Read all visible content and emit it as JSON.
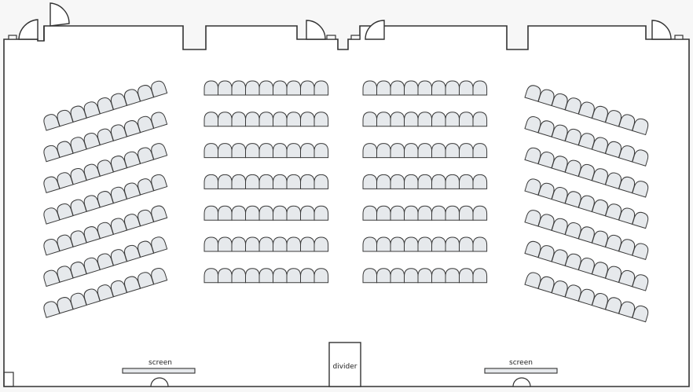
{
  "labels": {
    "screen_left": "screen",
    "screen_right": "screen",
    "divider": "divider"
  },
  "layout": {
    "left_wing": {
      "rows": 7,
      "seats_per_row": 9,
      "angle": "tilted up to the right"
    },
    "center_left": {
      "rows": 7,
      "seats_per_row": 9
    },
    "center_right": {
      "rows": 7,
      "seats_per_row": 9
    },
    "right_wing": {
      "rows": 7,
      "seats_per_row": 9,
      "angle": "tilted down to the right"
    }
  },
  "colors": {
    "wall": "#333333",
    "seat_fill": "#e6e9ec",
    "seat_stroke": "#3a3a3a",
    "floor": "#ffffff",
    "background": "#f7f7f7"
  }
}
